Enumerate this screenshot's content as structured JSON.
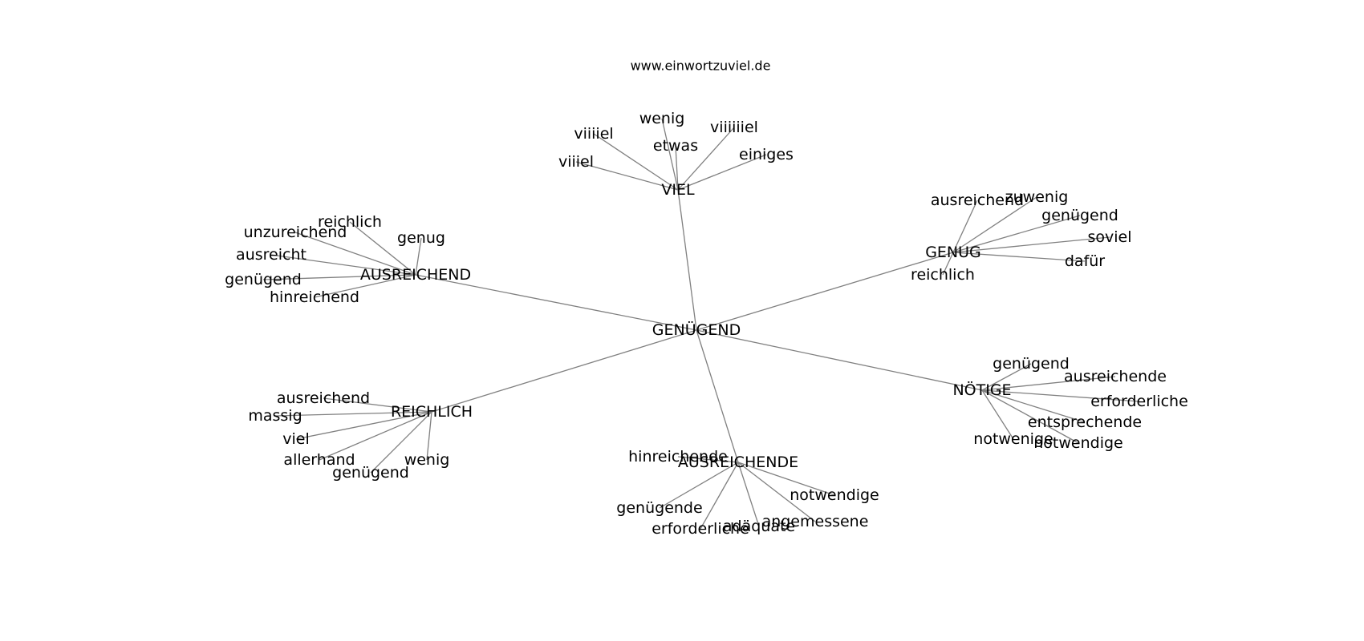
{
  "site": "www.einwortzuviel.de",
  "graph": {
    "root": "GENÜGEND",
    "clusters": [
      {
        "hub": "VIEL",
        "leaves": [
          "viiiiel",
          "wenig",
          "etwas",
          "viiiiiiel",
          "viiiel",
          "einiges"
        ]
      },
      {
        "hub": "AUSREICHEND",
        "leaves": [
          "reichlich",
          "unzureichend",
          "genug",
          "ausreicht",
          "genügend",
          "hinreichend"
        ]
      },
      {
        "hub": "GENUG",
        "leaves": [
          "ausreichend",
          "zuwenig",
          "genügend",
          "soviel",
          "dafür",
          "reichlich"
        ]
      },
      {
        "hub": "NÖTIGE",
        "leaves": [
          "genügend",
          "ausreichende",
          "erforderliche",
          "entsprechende",
          "notwenige",
          "notwendige"
        ]
      },
      {
        "hub": "REICHLICH",
        "leaves": [
          "ausreichend",
          "massig",
          "viel",
          "allerhand",
          "genügend",
          "wenig"
        ]
      },
      {
        "hub": "AUSREICHENDE",
        "leaves": [
          "hinreichende",
          "genügende",
          "erforderliche",
          "adäquate",
          "angemessene",
          "notwendige"
        ]
      }
    ]
  }
}
